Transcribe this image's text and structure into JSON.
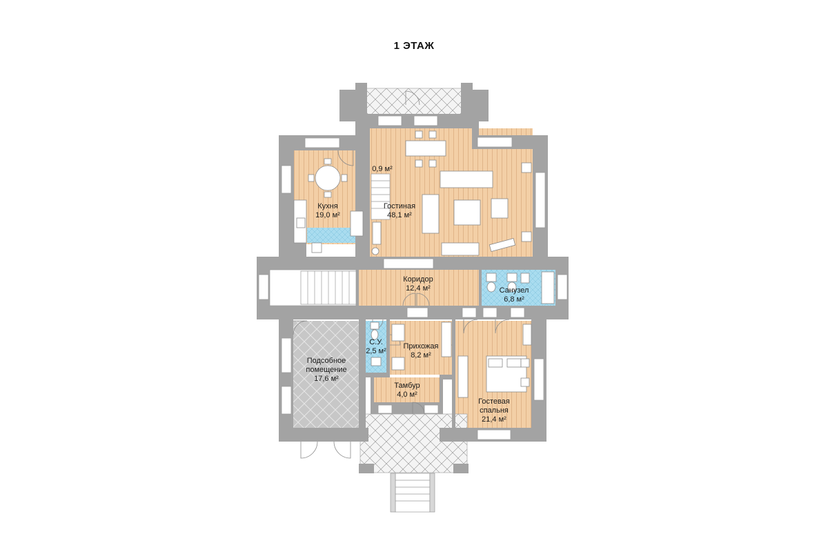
{
  "title": "1 ЭТАЖ",
  "rooms": {
    "kitchen": {
      "name": "Кухня",
      "area": "19,0 м²"
    },
    "living": {
      "name": "Гостиная",
      "area": "48,1 м²"
    },
    "stair_nook": {
      "area": "0,9 м²"
    },
    "corridor": {
      "name": "Коридор",
      "area": "12,4 м²"
    },
    "bath": {
      "name": "Санузел",
      "area": "6,8 м²"
    },
    "wc": {
      "name": "С.У.",
      "area": "2,5 м²"
    },
    "hall": {
      "name": "Прихожая",
      "area": "8,2 м²"
    },
    "utility": {
      "name_line1": "Подсобное",
      "name_line2": "помещение",
      "area": "17,6 м²"
    },
    "vestibule": {
      "name": "Тамбур",
      "area": "4,0 м²"
    },
    "guest": {
      "name_line1": "Гостевая",
      "name_line2": "спальня",
      "area": "21,4 м²"
    }
  },
  "colors": {
    "wall": "#a3a3a3",
    "wood": "#f3cfa6",
    "tile": "#a9dcef",
    "utility_floor": "#c7c7c7",
    "terrace": "#f2f2f2"
  }
}
